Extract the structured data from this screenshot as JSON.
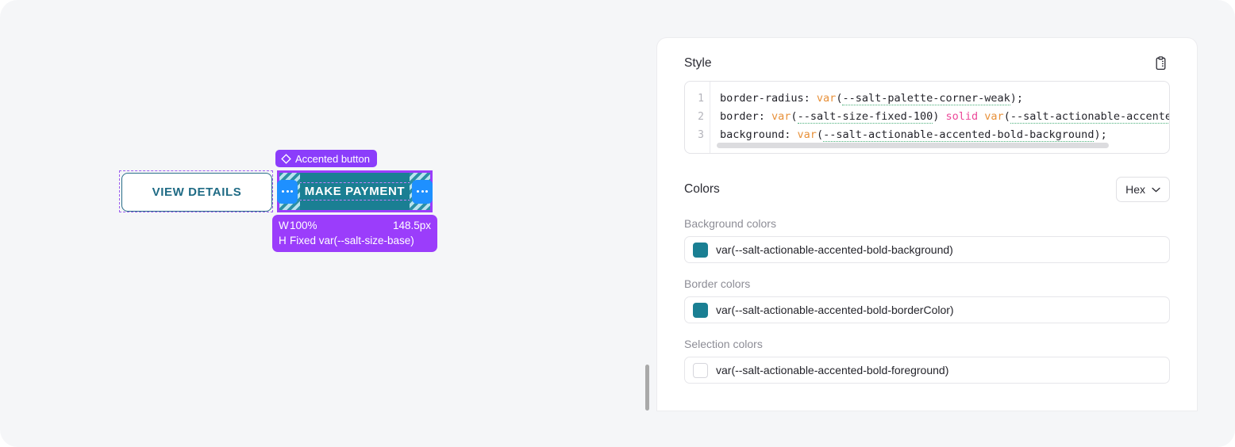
{
  "preview": {
    "secondary_button": {
      "label": "VIEW DETAILS"
    },
    "selected_component": {
      "badge_label": "Accented button",
      "badge_icon": "diamond-icon",
      "label": "MAKE PAYMENT",
      "handle_icon": "ellipsis-icon"
    },
    "dimensions": {
      "width_key": "W",
      "width_value": "100%",
      "width_computed": "148.5px",
      "height_key": "H",
      "height_value": "Fixed var(--salt-size-base)"
    }
  },
  "panel": {
    "style_section": {
      "title": "Style",
      "copy_icon": "clipboard-icon",
      "code": {
        "line_numbers": [
          "1",
          "2",
          "3"
        ],
        "lines": [
          [
            {
              "t": "border-radius: ",
              "k": "plain"
            },
            {
              "t": "var",
              "k": "fn"
            },
            {
              "t": "(",
              "k": "plain"
            },
            {
              "t": "--salt-palette-corner-weak",
              "k": "var"
            },
            {
              "t": ");",
              "k": "plain"
            }
          ],
          [
            {
              "t": "border: ",
              "k": "plain"
            },
            {
              "t": "var",
              "k": "fn"
            },
            {
              "t": "(",
              "k": "plain"
            },
            {
              "t": "--salt-size-fixed-100",
              "k": "var"
            },
            {
              "t": ") ",
              "k": "plain"
            },
            {
              "t": "solid",
              "k": "kw"
            },
            {
              "t": " ",
              "k": "plain"
            },
            {
              "t": "var",
              "k": "fn"
            },
            {
              "t": "(",
              "k": "plain"
            },
            {
              "t": "--salt-actionable-accented",
              "k": "var"
            }
          ],
          [
            {
              "t": "background: ",
              "k": "plain"
            },
            {
              "t": "var",
              "k": "fn"
            },
            {
              "t": "(",
              "k": "plain"
            },
            {
              "t": "--salt-actionable-accented-bold-background",
              "k": "var"
            },
            {
              "t": ");",
              "k": "plain"
            }
          ]
        ]
      }
    },
    "colors_section": {
      "title": "Colors",
      "format_value": "Hex",
      "format_icon": "chevron-down-icon",
      "groups": [
        {
          "label": "Background colors",
          "swatch_color": "#1a7f93",
          "token": "var(--salt-actionable-accented-bold-background)"
        },
        {
          "label": "Border colors",
          "swatch_color": "#1a7f93",
          "token": "var(--salt-actionable-accented-bold-borderColor)"
        },
        {
          "label": "Selection colors",
          "swatch_color": "",
          "token": "var(--salt-actionable-accented-bold-foreground)"
        }
      ]
    }
  }
}
